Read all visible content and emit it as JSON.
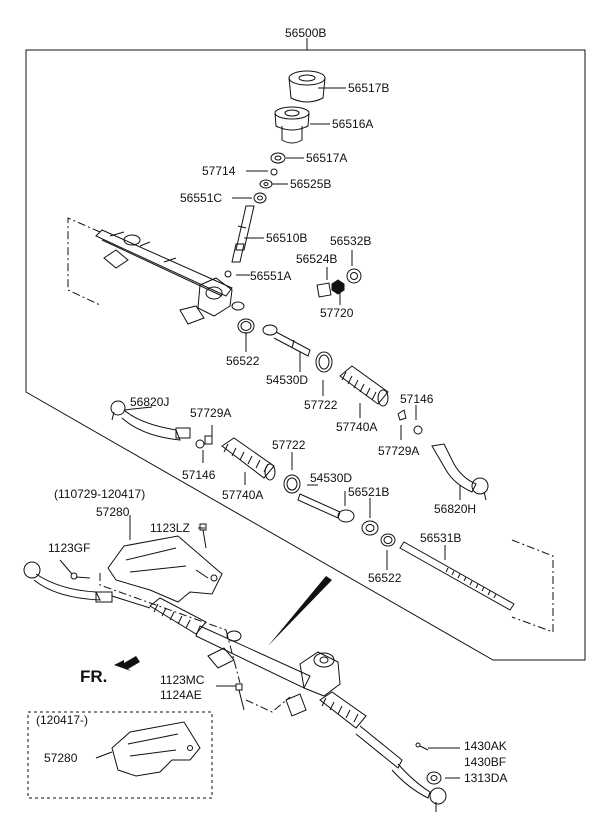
{
  "diagram": {
    "assembly_label": "56500B",
    "direction_label": "FR.",
    "variant_ranges": [
      "(110729-120417)",
      "(120417-)"
    ],
    "parts": [
      {
        "id": "p-56517b-top",
        "number": "56517B"
      },
      {
        "id": "p-56516a",
        "number": "56516A"
      },
      {
        "id": "p-56517a",
        "number": "56517A"
      },
      {
        "id": "p-57714",
        "number": "57714"
      },
      {
        "id": "p-56525b",
        "number": "56525B"
      },
      {
        "id": "p-56551c",
        "number": "56551C"
      },
      {
        "id": "p-56510b",
        "number": "56510B"
      },
      {
        "id": "p-56532b",
        "number": "56532B"
      },
      {
        "id": "p-56524b",
        "number": "56524B"
      },
      {
        "id": "p-56551a",
        "number": "56551A"
      },
      {
        "id": "p-57720",
        "number": "57720"
      },
      {
        "id": "p-56522-upper",
        "number": "56522"
      },
      {
        "id": "p-54530d-upper",
        "number": "54530D"
      },
      {
        "id": "p-57722-upper",
        "number": "57722"
      },
      {
        "id": "p-57740a-right",
        "number": "57740A"
      },
      {
        "id": "p-56820j",
        "number": "56820J"
      },
      {
        "id": "p-57729a-left",
        "number": "57729A"
      },
      {
        "id": "p-57146-right",
        "number": "57146"
      },
      {
        "id": "p-57729a-right",
        "number": "57729A"
      },
      {
        "id": "p-57146-left",
        "number": "57146"
      },
      {
        "id": "p-57722-lower",
        "number": "57722"
      },
      {
        "id": "p-57740a-left",
        "number": "57740A"
      },
      {
        "id": "p-54530d-lower",
        "number": "54530D"
      },
      {
        "id": "p-56521b",
        "number": "56521B"
      },
      {
        "id": "p-56820h",
        "number": "56820H"
      },
      {
        "id": "p-57280-upper",
        "number": "57280"
      },
      {
        "id": "p-1123lz",
        "number": "1123LZ"
      },
      {
        "id": "p-1123gf",
        "number": "1123GF"
      },
      {
        "id": "p-56531b",
        "number": "56531B"
      },
      {
        "id": "p-56522-lower",
        "number": "56522"
      },
      {
        "id": "p-1123mc",
        "number": "1123MC"
      },
      {
        "id": "p-1124ae",
        "number": "1124AE"
      },
      {
        "id": "p-57280-lower",
        "number": "57280"
      },
      {
        "id": "p-1430ak",
        "number": "1430AK"
      },
      {
        "id": "p-1430bf",
        "number": "1430BF"
      },
      {
        "id": "p-1313da",
        "number": "1313DA"
      }
    ]
  }
}
